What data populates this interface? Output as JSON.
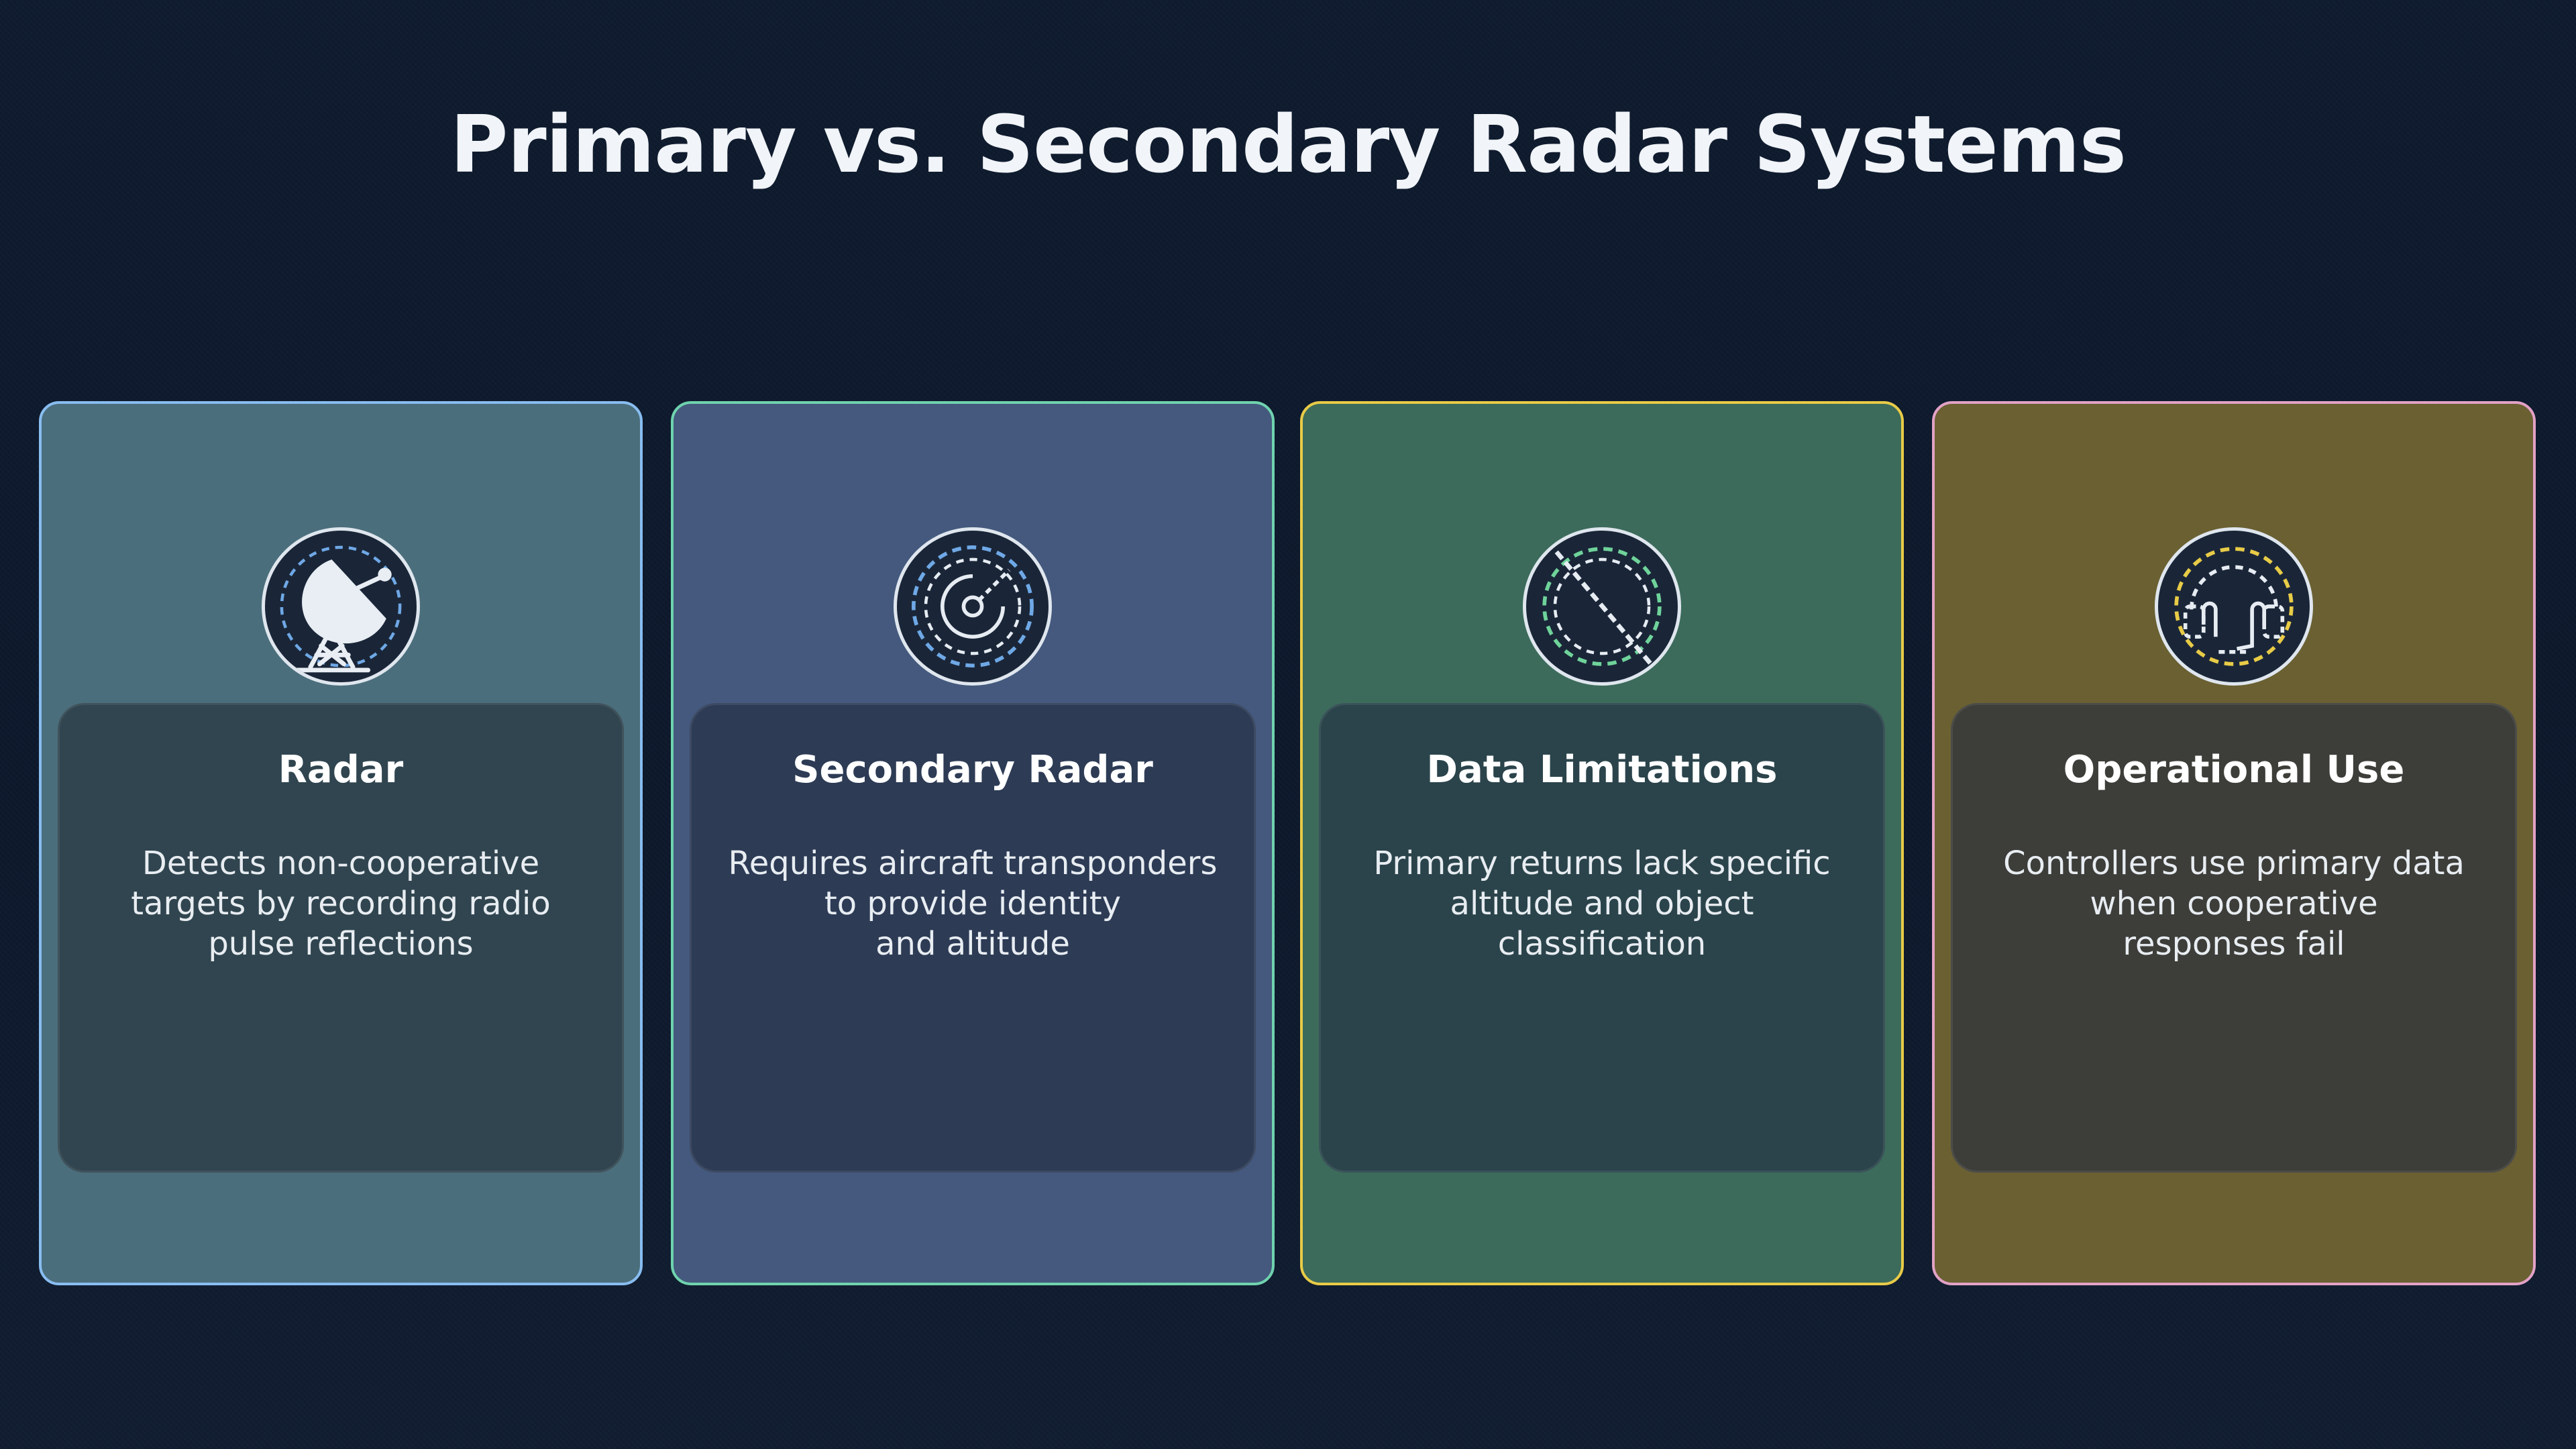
{
  "title": "Primary vs. Secondary Radar Systems",
  "colors": {
    "background": "#0e1a2d",
    "card_1_fill": "#4b6e7c",
    "card_1_border": "#88bdf0",
    "card_2_fill": "#44597d",
    "card_2_border": "#6fd3ae",
    "card_3_fill": "#3c6b5b",
    "card_3_border": "#e8cb47",
    "card_4_fill": "#6a6032",
    "card_4_border": "#e2a2c6"
  },
  "cards": [
    {
      "icon": "satellite-dish-icon",
      "title": "Radar",
      "text": "Detects non-cooperative\ntargets by recording radio\npulse reflections"
    },
    {
      "icon": "radar-scope-icon",
      "title": "Secondary Radar",
      "text": "Requires aircraft transponders\nto provide identity\nand altitude"
    },
    {
      "icon": "no-data-icon",
      "title": "Data Limitations",
      "text": "Primary returns lack specific\naltitude and object\nclassification"
    },
    {
      "icon": "headset-icon",
      "title": "Operational Use",
      "text": "Controllers use primary data\nwhen cooperative\nresponses fail"
    }
  ]
}
